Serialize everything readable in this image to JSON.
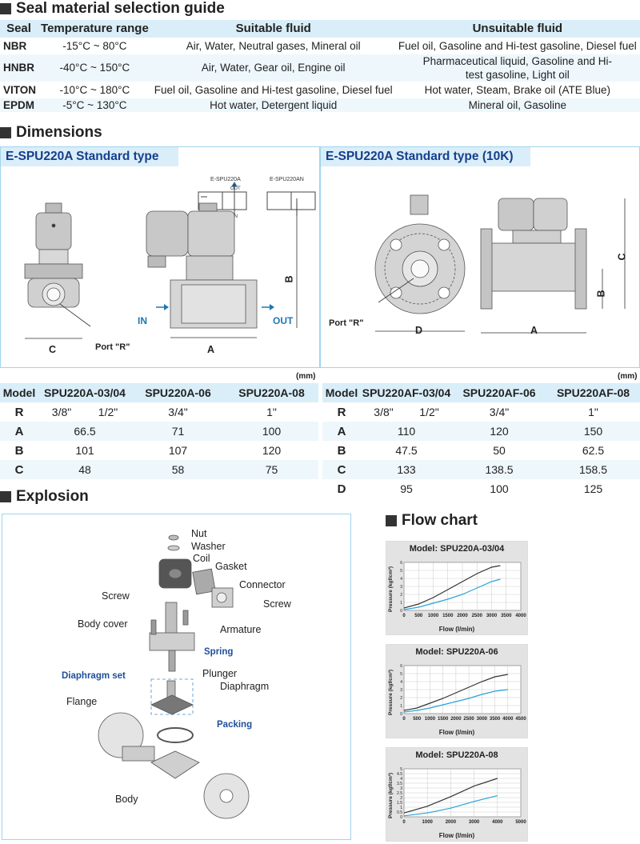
{
  "seal": {
    "title": "Seal material selection guide",
    "headers": [
      "Seal",
      "Temperature range",
      "Suitable fluid",
      "Unsuitable fluid"
    ],
    "rows": [
      {
        "seal": "NBR",
        "temp": "-15°C ~ 80°C",
        "suitable": "Air, Water, Neutral gases, Mineral oil",
        "unsuitable": "Fuel oil, Gasoline and Hi-test gasoline, Diesel fuel"
      },
      {
        "seal": "HNBR",
        "temp": "-40°C ~ 150°C",
        "suitable": "Air, Water, Gear oil, Engine oil",
        "unsuitable": "Pharmaceutical liquid, Gasoline and Hi-test gasoline, Light oil"
      },
      {
        "seal": "VITON",
        "temp": "-10°C ~ 180°C",
        "suitable": "Fuel oil, Gasoline and Hi-test gasoline, Diesel fuel",
        "unsuitable": "Hot water, Steam, Brake oil (ATE Blue)"
      },
      {
        "seal": "EPDM",
        "temp": "-5°C ~ 130°C",
        "suitable": "Hot water, Detergent liquid",
        "unsuitable": "Mineral oil, Gasoline"
      }
    ]
  },
  "dimensions": {
    "title": "Dimensions",
    "left": {
      "title": "E-SPU220A Standard type",
      "sym1": "E-SPU220A",
      "sym2": "E-SPU220AN",
      "out": "OUT",
      "in_s": "IN",
      "port": "Port \"R\"",
      "in": "IN",
      "outl": "OUT",
      "A": "A",
      "B": "B",
      "C": "C"
    },
    "right": {
      "title": "E-SPU220A Standard type (10K)",
      "port": "Port \"R\"",
      "A": "A",
      "B": "B",
      "C": "C",
      "D": "D"
    }
  },
  "table1": {
    "unit": "(mm)",
    "headers": [
      "Model",
      "SPU220A-03/04",
      "SPU220A-06",
      "SPU220A-08"
    ],
    "rows": [
      {
        "m": "R",
        "v": [
          "3/8\"",
          "1/2\"",
          "3/4\"",
          "1\""
        ]
      },
      {
        "m": "A",
        "v": [
          "66.5",
          "71",
          "100"
        ]
      },
      {
        "m": "B",
        "v": [
          "101",
          "107",
          "120"
        ]
      },
      {
        "m": "C",
        "v": [
          "48",
          "58",
          "75"
        ]
      }
    ]
  },
  "table2": {
    "unit": "(mm)",
    "headers": [
      "Model",
      "SPU220AF-03/04",
      "SPU220AF-06",
      "SPU220AF-08"
    ],
    "rows": [
      {
        "m": "R",
        "v": [
          "3/8\"",
          "1/2\"",
          "3/4\"",
          "1\""
        ]
      },
      {
        "m": "A",
        "v": [
          "110",
          "120",
          "150"
        ]
      },
      {
        "m": "B",
        "v": [
          "47.5",
          "50",
          "62.5"
        ]
      },
      {
        "m": "C",
        "v": [
          "133",
          "138.5",
          "158.5"
        ]
      },
      {
        "m": "D",
        "v": [
          "95",
          "100",
          "125"
        ]
      }
    ]
  },
  "explosion": {
    "title": "Explosion",
    "labels": {
      "nut": "Nut",
      "washer": "Washer",
      "coil": "Coil",
      "gasket": "Gasket",
      "connector": "Connector",
      "screw1": "Screw",
      "screw2": "Screw",
      "bodycover": "Body cover",
      "armature": "Armature",
      "spring": "Spring",
      "diaset": "Diaphragm set",
      "plunger": "Plunger",
      "diaphragm": "Diaphragm",
      "flange": "Flange",
      "packing": "Packing",
      "body": "Body"
    }
  },
  "flow": {
    "title": "Flow chart",
    "ylabel": "Pressure (kgf/cm²)",
    "xlabel": "Flow (l/min)"
  },
  "chart_data": [
    {
      "type": "line",
      "title": "Model: SPU220A-03/04",
      "xlabel": "Flow (l/min)",
      "ylabel": "Pressure (kgf/cm²)",
      "xlim": [
        0,
        4000
      ],
      "ylim": [
        0,
        6
      ],
      "xticks": [
        "0",
        "500",
        "1000",
        "1500",
        "2000",
        "2500",
        "3000",
        "3500",
        "4000"
      ],
      "yticks": [
        "0",
        "1",
        "2",
        "3",
        "4",
        "5",
        "6"
      ],
      "series": [
        {
          "color": "#333333",
          "x": [
            0,
            500,
            1000,
            1500,
            2000,
            2500,
            3000,
            3300
          ],
          "y": [
            0.3,
            0.8,
            1.6,
            2.6,
            3.6,
            4.6,
            5.4,
            5.6
          ]
        },
        {
          "color": "#29a3d8",
          "x": [
            0,
            500,
            1000,
            1500,
            2000,
            2500,
            3000,
            3300
          ],
          "y": [
            0.1,
            0.4,
            0.9,
            1.4,
            2.0,
            2.8,
            3.6,
            3.9
          ]
        }
      ]
    },
    {
      "type": "line",
      "title": "Model: SPU220A-06",
      "xlabel": "Flow (l/min)",
      "ylabel": "Pressure (kgf/cm²)",
      "xlim": [
        0,
        4500
      ],
      "ylim": [
        0,
        6
      ],
      "xticks": [
        "0",
        "500",
        "1000",
        "1500",
        "2000",
        "2500",
        "3000",
        "3500",
        "4000",
        "4500"
      ],
      "yticks": [
        "0",
        "1",
        "2",
        "3",
        "4",
        "5",
        "6"
      ],
      "series": [
        {
          "color": "#333333",
          "x": [
            0,
            500,
            1000,
            1500,
            2000,
            2500,
            3000,
            3500,
            4000
          ],
          "y": [
            0.4,
            0.7,
            1.3,
            1.9,
            2.6,
            3.3,
            4.0,
            4.6,
            4.9
          ]
        },
        {
          "color": "#29a3d8",
          "x": [
            0,
            500,
            1000,
            1500,
            2000,
            2500,
            3000,
            3500,
            4000
          ],
          "y": [
            0.2,
            0.4,
            0.7,
            1.1,
            1.5,
            1.9,
            2.4,
            2.8,
            3.0
          ]
        }
      ]
    },
    {
      "type": "line",
      "title": "Model: SPU220A-08",
      "xlabel": "Flow (l/min)",
      "ylabel": "Pressure (kgf/cm²)",
      "xlim": [
        0,
        5000
      ],
      "ylim": [
        0,
        5
      ],
      "xticks": [
        "0",
        "1000",
        "2000",
        "3000",
        "4000",
        "5000"
      ],
      "yticks": [
        "0",
        "0.5",
        "1",
        "1.5",
        "2",
        "2.5",
        "3",
        "3.5",
        "4",
        "4.5",
        "5"
      ],
      "series": [
        {
          "color": "#333333",
          "x": [
            0,
            1000,
            2000,
            3000,
            4000
          ],
          "y": [
            0.4,
            1.1,
            2.1,
            3.2,
            4.0
          ]
        },
        {
          "color": "#29a3d8",
          "x": [
            0,
            1000,
            2000,
            3000,
            4000
          ],
          "y": [
            0.1,
            0.4,
            0.9,
            1.6,
            2.2
          ]
        }
      ]
    }
  ]
}
